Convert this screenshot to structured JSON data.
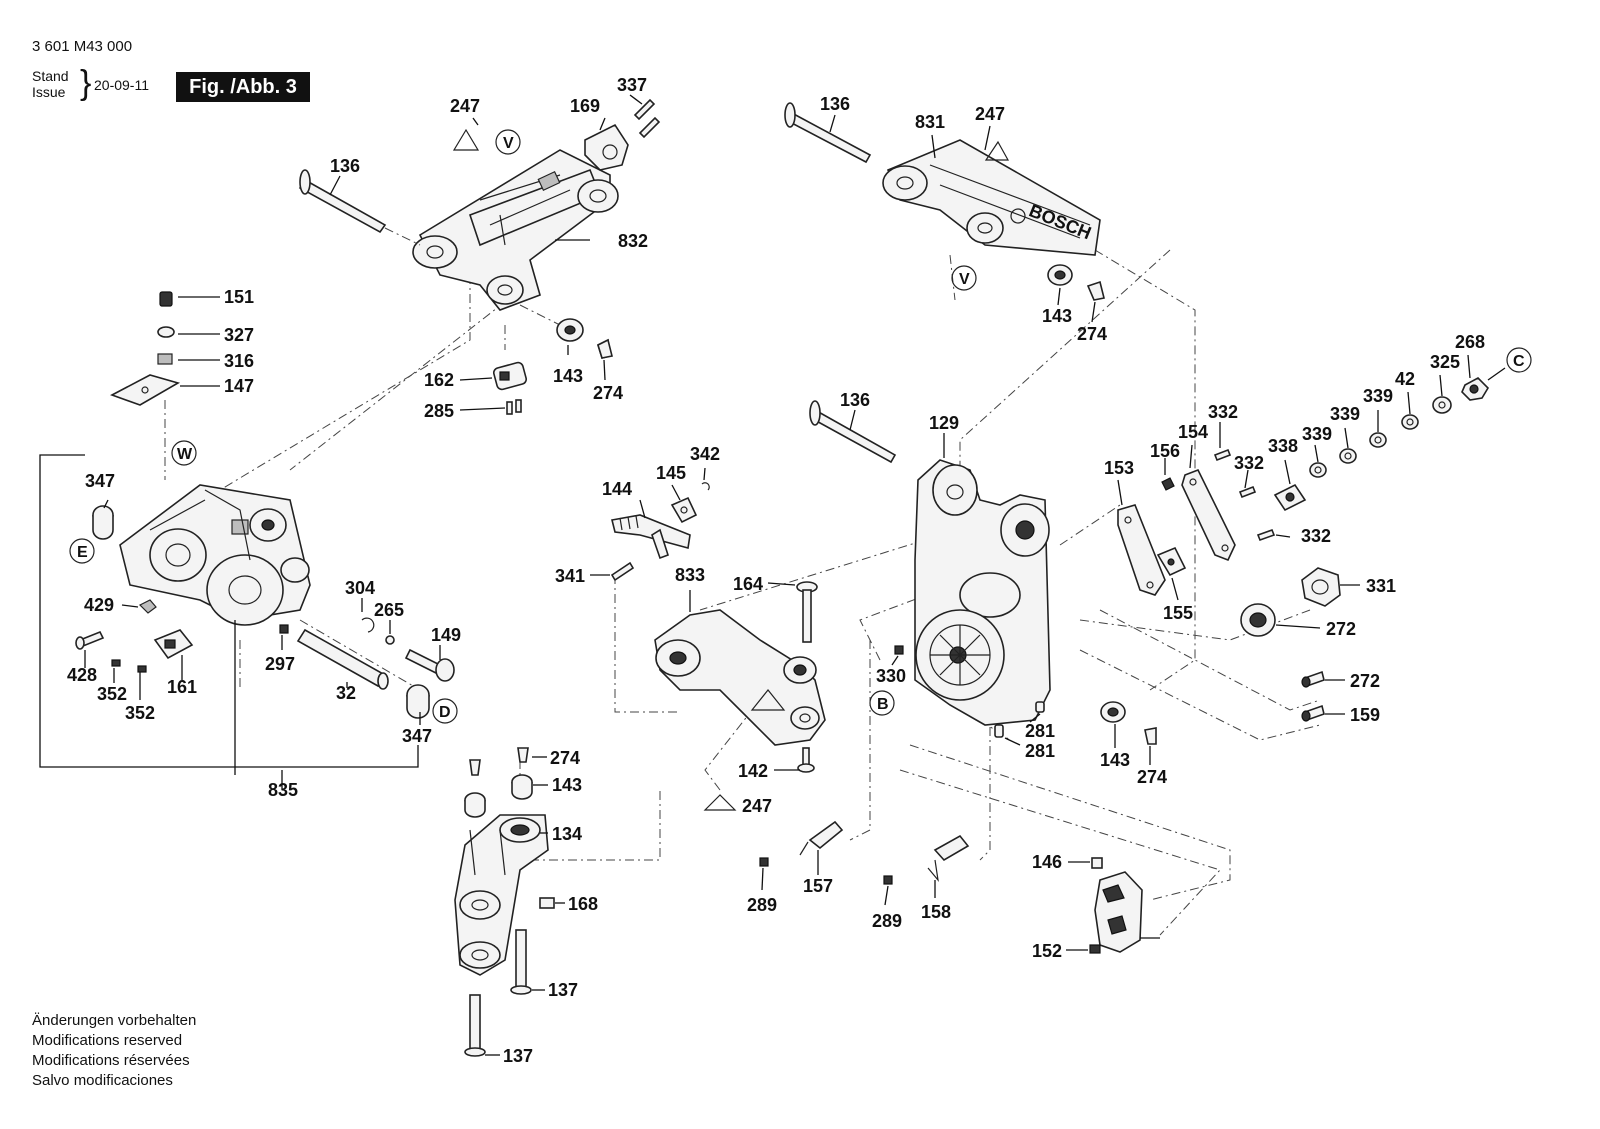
{
  "header": {
    "part_number": "3 601 M43 000",
    "stand": "Stand",
    "issue": "Issue",
    "brace": "}",
    "date": "20-09-11",
    "figure_label": "Fig. /Abb. 3"
  },
  "footnote": [
    "Änderungen vorbehalten",
    "Modifications reserved",
    "Modifications réservées",
    "Salvo modificaciones"
  ],
  "reference_markers": [
    "V",
    "V",
    "W",
    "E",
    "D",
    "B",
    "C"
  ],
  "logo_text": "BOSCH",
  "callouts": [
    "136",
    "247",
    "169",
    "337",
    "832",
    "162",
    "285",
    "143",
    "274",
    "151",
    "327",
    "316",
    "147",
    "347",
    "429",
    "428",
    "352",
    "352",
    "161",
    "297",
    "304",
    "265",
    "149",
    "32",
    "347",
    "835",
    "144",
    "145",
    "342",
    "341",
    "833",
    "164",
    "142",
    "247",
    "274",
    "143",
    "134",
    "168",
    "137",
    "137",
    "136",
    "831",
    "247",
    "143",
    "274",
    "136",
    "129",
    "330",
    "281",
    "281",
    "143",
    "274",
    "157",
    "289",
    "158",
    "289",
    "153",
    "156",
    "154",
    "332",
    "332",
    "332",
    "155",
    "338",
    "339",
    "339",
    "339",
    "42",
    "325",
    "268",
    "331",
    "272",
    "272",
    "159",
    "146",
    "152"
  ]
}
